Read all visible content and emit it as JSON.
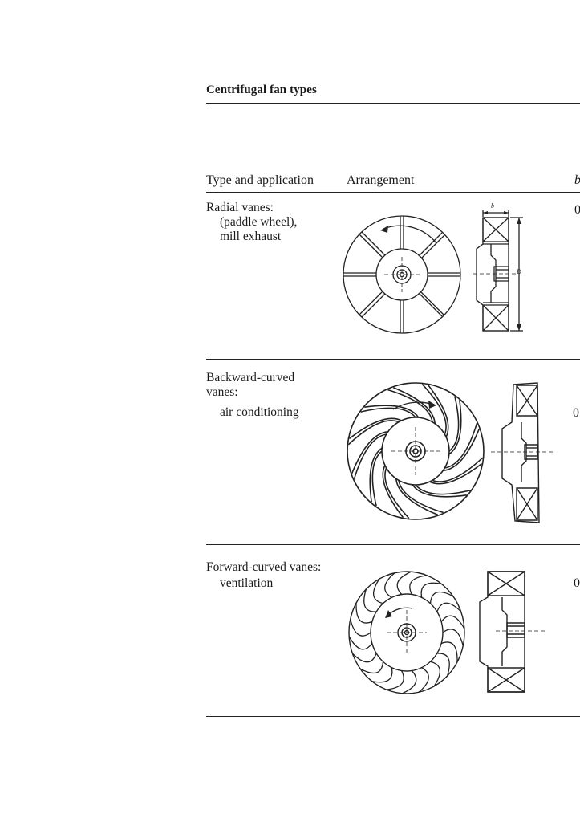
{
  "table": {
    "title": "Centrifugal fan types",
    "headers": {
      "type_app": "Type and application",
      "arrangement": "Arrangement",
      "col3": "b"
    },
    "rows": [
      {
        "type_line1": "Radial vanes:",
        "type_line2": "(paddle wheel),",
        "type_line3": "mill exhaust",
        "col3": "0",
        "dim_b": "b",
        "dim_d": "D"
      },
      {
        "type_line1": "Backward-curved",
        "type_line2": "vanes:",
        "type_line3": "air conditioning",
        "col3": "0"
      },
      {
        "type_line1": "Forward-curved vanes:",
        "type_line2": "ventilation",
        "col3": "0"
      }
    ]
  }
}
